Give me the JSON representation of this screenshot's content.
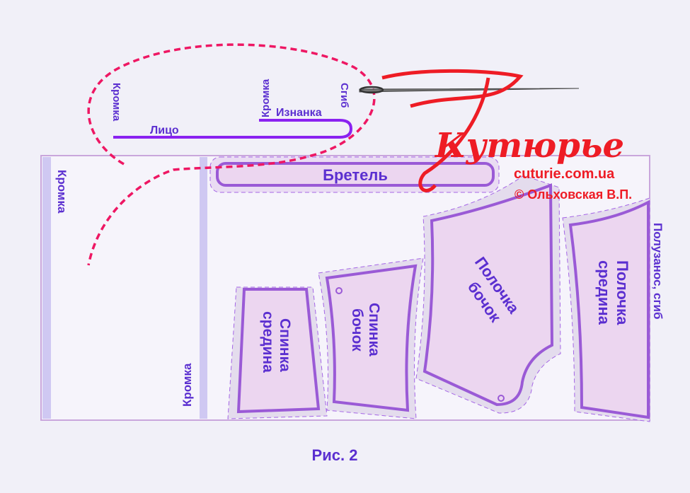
{
  "fold_diagram": {
    "selvage_left": "Кромка",
    "selvage_right": "Кромка",
    "right_side": "Лицо",
    "wrong_side": "Изнанка",
    "fold": "Сгиб"
  },
  "fabric": {
    "selvage_top": "Кромка",
    "selvage_bottom": "Кромка",
    "fold_side": "Полузанос, сгиб"
  },
  "pieces": {
    "strap": "Бретель",
    "back_center": [
      "Спинка",
      "средина"
    ],
    "back_side": [
      "Спинка",
      "бочок"
    ],
    "front_side": [
      "Полочка",
      "бочок"
    ],
    "front_center": [
      "Полочка",
      "средина"
    ]
  },
  "logo": {
    "name": "Кутюрье",
    "site": "cuturie.com.ua",
    "copyright": "© Ольховская В.П."
  },
  "caption": "Рис. 2",
  "colors": {
    "accent": "#5b2fd0",
    "piece_fill": "#ecd6f0",
    "logo_red": "#ee1c25",
    "dash": "#ee1763"
  }
}
